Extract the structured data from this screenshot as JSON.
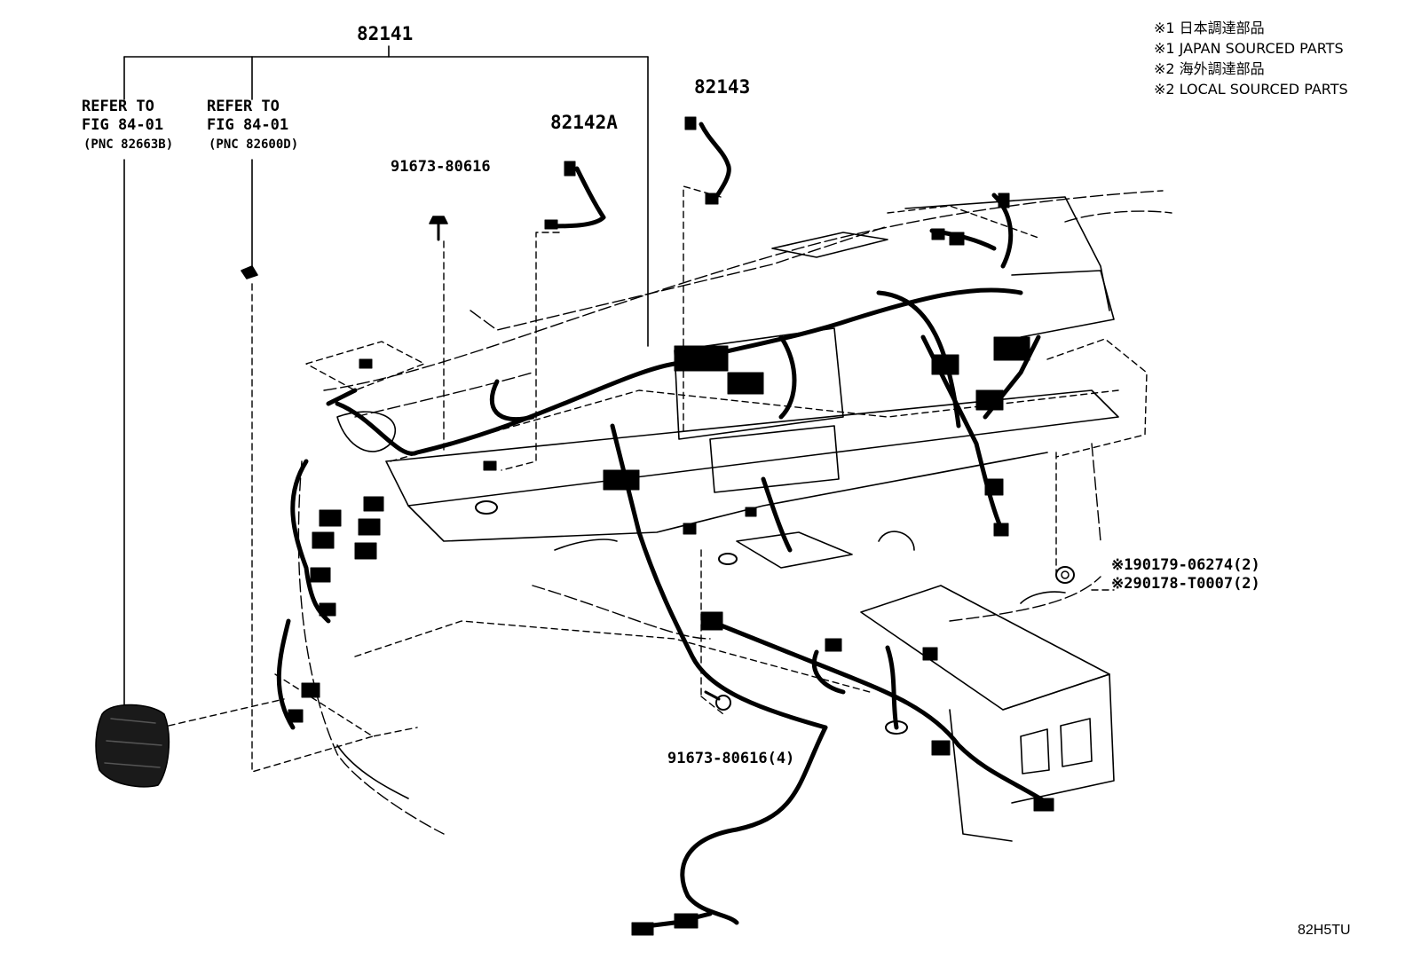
{
  "notes": [
    "※1 日本調達部品",
    "※1 JAPAN SOURCED PARTS",
    "※2 海外調達部品",
    "※2 LOCAL SOURCED PARTS"
  ],
  "part_numbers": {
    "main_harness": "82141",
    "sub_harness_a": "82142A",
    "sub_harness_b": "82143",
    "clip_upper": "91673-80616",
    "clip_lower": "91673-80616(4)",
    "clamp_japan": "※190179-06274(2)",
    "clamp_local": "※290178-T0007(2)"
  },
  "references": [
    {
      "line1": "REFER TO",
      "line2": "FIG 84-01",
      "pnc": "(PNC 82663B)"
    },
    {
      "line1": "REFER TO",
      "line2": "FIG 84-01",
      "pnc": "(PNC 82600D)"
    }
  ],
  "illustration_code": "82H5TU"
}
